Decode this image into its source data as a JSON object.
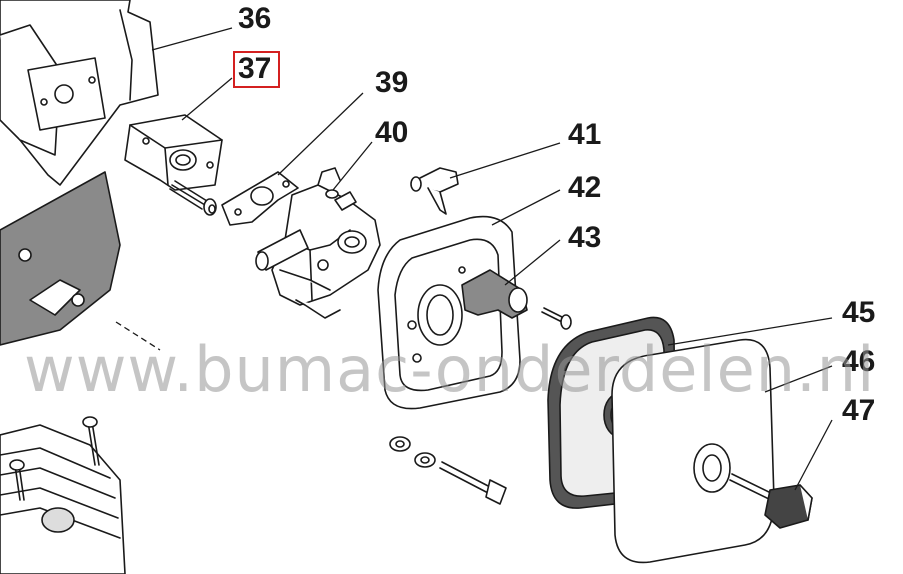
{
  "diagram": {
    "labels": [
      {
        "id": "36",
        "text": "36",
        "highlighted": false
      },
      {
        "id": "37",
        "text": "37",
        "highlighted": true
      },
      {
        "id": "39",
        "text": "39",
        "highlighted": false
      },
      {
        "id": "40",
        "text": "40",
        "highlighted": false
      },
      {
        "id": "41",
        "text": "41",
        "highlighted": false
      },
      {
        "id": "42",
        "text": "42",
        "highlighted": false
      },
      {
        "id": "43",
        "text": "43",
        "highlighted": false
      },
      {
        "id": "45",
        "text": "45",
        "highlighted": false
      },
      {
        "id": "46",
        "text": "46",
        "highlighted": false
      },
      {
        "id": "47",
        "text": "47",
        "highlighted": false
      }
    ],
    "watermark": "www.bumac-onderdelen.nl",
    "colors": {
      "line": "#1a1a1a",
      "highlight": "#d42020",
      "gasket": "#8a8a8a",
      "part_fill": "#ffffff",
      "dark_part": "#555555",
      "watermark": "#9a9a9a"
    }
  }
}
